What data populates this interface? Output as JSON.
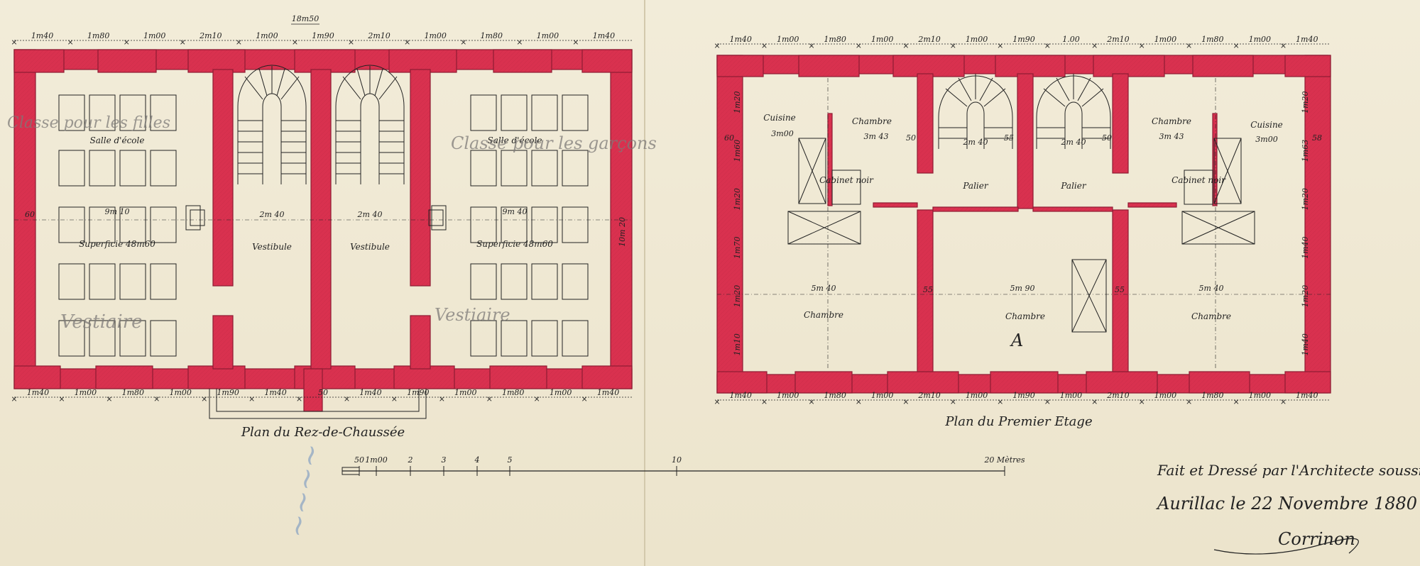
{
  "ground_floor": {
    "title": "Plan du Rez-de-Chaussée",
    "overall_dim": "18m50",
    "top_dims": [
      "1m40",
      "1m80",
      "1m00",
      "2m10",
      "1m00",
      "1m90",
      "2m10",
      "1m00",
      "1m80",
      "1m00",
      "1m40"
    ],
    "bottom_dims": [
      "1m40",
      "1m00",
      "1m80",
      "1m00",
      "1m90",
      "1m40",
      "50",
      "1m40",
      "1m90",
      "1m00",
      "1m80",
      "1m00",
      "1m40"
    ],
    "wall_thickness": "60",
    "depth": "10m 20",
    "school_room_left": {
      "name": "Salle d'école",
      "width": "9m 10",
      "area": "Superficie 48m60"
    },
    "school_room_right": {
      "name": "Salle d'école",
      "width": "9m 40",
      "area": "Superficie 48m60"
    },
    "vestibule_left": {
      "name": "Vestibule",
      "width": "2m 40"
    },
    "vestibule_right": {
      "name": "Vestibule",
      "width": "2m 40"
    },
    "pencil_notes": [
      "Vestiaire",
      "Vestiaire",
      "Classe pour les filles",
      "Classe pour les garçons"
    ]
  },
  "first_floor": {
    "title": "Plan du Premier Etage",
    "top_dims": [
      "1m40",
      "1m00",
      "1m80",
      "1m00",
      "2m10",
      "1m00",
      "1m90",
      "1.00",
      "2m10",
      "1m00",
      "1m80",
      "1m00",
      "1m40"
    ],
    "bottom_dims": [
      "1m40",
      "1m00",
      "1m80",
      "1m00",
      "2m10",
      "1m00",
      "1m90",
      "1m00",
      "2m10",
      "1m00",
      "1m80",
      "1m00",
      "1m40"
    ],
    "left_side_dims": [
      "1m20",
      "1m60",
      "1m20",
      "1m70",
      "1m20",
      "1m10"
    ],
    "right_side_dims": [
      "1m20",
      "1m63",
      "1m20",
      "1m40",
      "1m20",
      "1m40"
    ],
    "rooms": {
      "kitchen_left": {
        "name": "Cuisine",
        "width": "3m00"
      },
      "chamber_top_left": {
        "name": "Chambre",
        "width": "3m 43"
      },
      "cabinet_left": {
        "name": "Cabinet noir"
      },
      "landing_left": {
        "name": "Palier",
        "width": "2m 40"
      },
      "landing_right": {
        "name": "Palier",
        "width": "2m 40"
      },
      "chamber_top_right": {
        "name": "Chambre",
        "width": "3m 43"
      },
      "kitchen_right": {
        "name": "Cuisine",
        "width": "3m00"
      },
      "cabinet_right": {
        "name": "Cabinet noir"
      },
      "chamber_bottom_left": {
        "name": "Chambre",
        "width": "5m 40"
      },
      "chamber_bottom_center": {
        "name": "Chambre",
        "width": "5m 90",
        "mark": "A"
      },
      "chamber_bottom_right": {
        "name": "Chambre",
        "width": "5m 40"
      },
      "wall_marks": [
        "50",
        "55",
        "50",
        "55",
        "60",
        "55",
        "58"
      ]
    }
  },
  "scale": {
    "labels": [
      "50",
      "1m00",
      "2",
      "3",
      "4",
      "5",
      "10",
      "20 Mètres"
    ]
  },
  "signature": {
    "line1": "Fait et Dressé par l'Architecte soussigné",
    "line2": "Aurillac le 22 Novembre 1880",
    "name": "Corrinon"
  },
  "colors": {
    "paper": "#efe8d3",
    "wall_wash": "#d9314f",
    "ink": "#222222",
    "pencil": "#7d7a78"
  }
}
